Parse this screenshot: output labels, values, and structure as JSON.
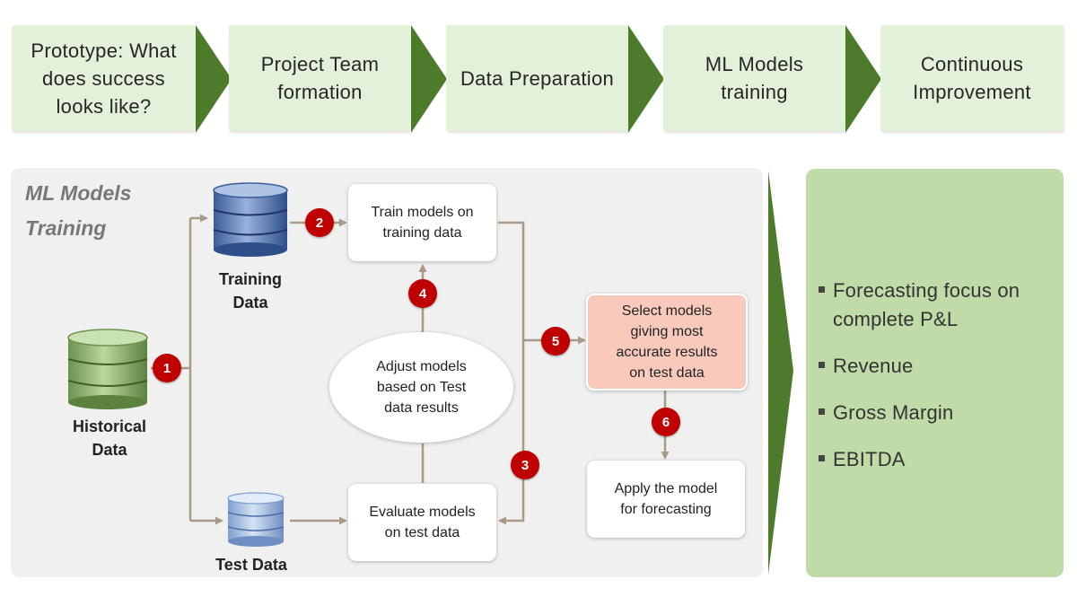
{
  "phases": [
    {
      "label": "Prototype: What\ndoes success\nlooks like?"
    },
    {
      "label": "Project Team\nformation"
    },
    {
      "label": "Data Preparation"
    },
    {
      "label": "ML Models\ntraining"
    },
    {
      "label": "Continuous\nImprovement"
    }
  ],
  "panel": {
    "title": "ML Models\nTraining"
  },
  "databases": {
    "historical": "Historical\nData",
    "training": "Training\nData",
    "test": "Test Data"
  },
  "boxes": {
    "train": "Train models on\ntraining data",
    "adjust": "Adjust models\nbased on Test\ndata results",
    "evaluate": "Evaluate models\non test data",
    "select": "Select models\ngiving most\naccurate results\non test data",
    "apply": "Apply the model\nfor forecasting"
  },
  "steps": [
    "1",
    "2",
    "3",
    "4",
    "5",
    "6"
  ],
  "results": [
    "Forecasting focus on\ncomplete P&L",
    "Revenue",
    "Gross Margin",
    "EBITDA"
  ],
  "colors": {
    "phase_fill": "#e3f0da",
    "chevron": "#4e7a2b",
    "badge": "#c00000",
    "arrow": "#a89a86",
    "results_fill": "#c0dba7",
    "select_fill": "#f9c9bc"
  }
}
